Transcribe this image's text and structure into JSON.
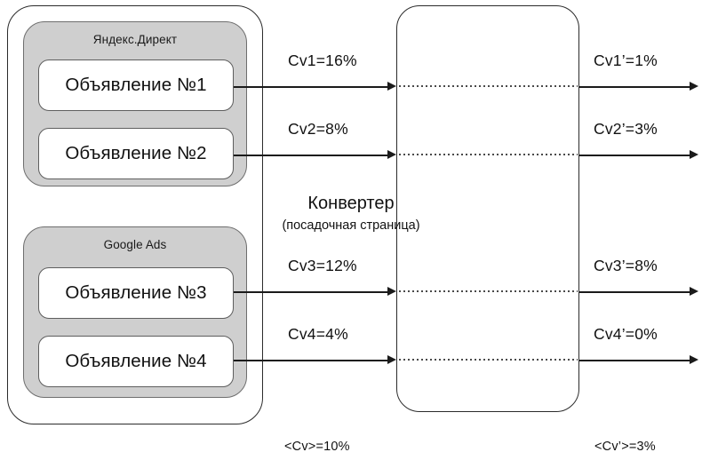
{
  "diagram": {
    "sources": {
      "groups": [
        {
          "name": "yandex-direct",
          "title": "Яндекс.Директ",
          "ads": [
            {
              "label": "Объявление №1"
            },
            {
              "label": "Объявление №2"
            }
          ]
        },
        {
          "name": "google-ads",
          "title": "Google Ads",
          "ads": [
            {
              "label": "Объявление №3"
            },
            {
              "label": "Объявление №4"
            }
          ]
        }
      ]
    },
    "converter": {
      "title": "Конвертер",
      "subtitle": "(посадочная страница)"
    },
    "inbound_rates": [
      {
        "id": "cv1",
        "label": "Cv1=16%",
        "value": 16
      },
      {
        "id": "cv2",
        "label": "Cv2=8%",
        "value": 8
      },
      {
        "id": "cv3",
        "label": "Cv3=12%",
        "value": 12
      },
      {
        "id": "cv4",
        "label": "Cv4=4%",
        "value": 4
      }
    ],
    "outbound_rates": [
      {
        "id": "cv1p",
        "label": "Cv1’=1%",
        "value": 1
      },
      {
        "id": "cv2p",
        "label": "Cv2’=3%",
        "value": 3
      },
      {
        "id": "cv3p",
        "label": "Cv3’=8%",
        "value": 8
      },
      {
        "id": "cv4p",
        "label": "Cv4’=0%",
        "value": 0
      }
    ],
    "aggregates": {
      "inbound": {
        "label": "<Cv>=10%",
        "value": 10
      },
      "outbound": {
        "label": "<Cv’>=3%",
        "value": 3
      }
    },
    "colors": {
      "group_fill": "#cfcfcf",
      "group_stroke": "#6e6e6e",
      "box_stroke": "#2b2b2b",
      "arrow": "#1b1b1b",
      "text": "#111111"
    }
  }
}
